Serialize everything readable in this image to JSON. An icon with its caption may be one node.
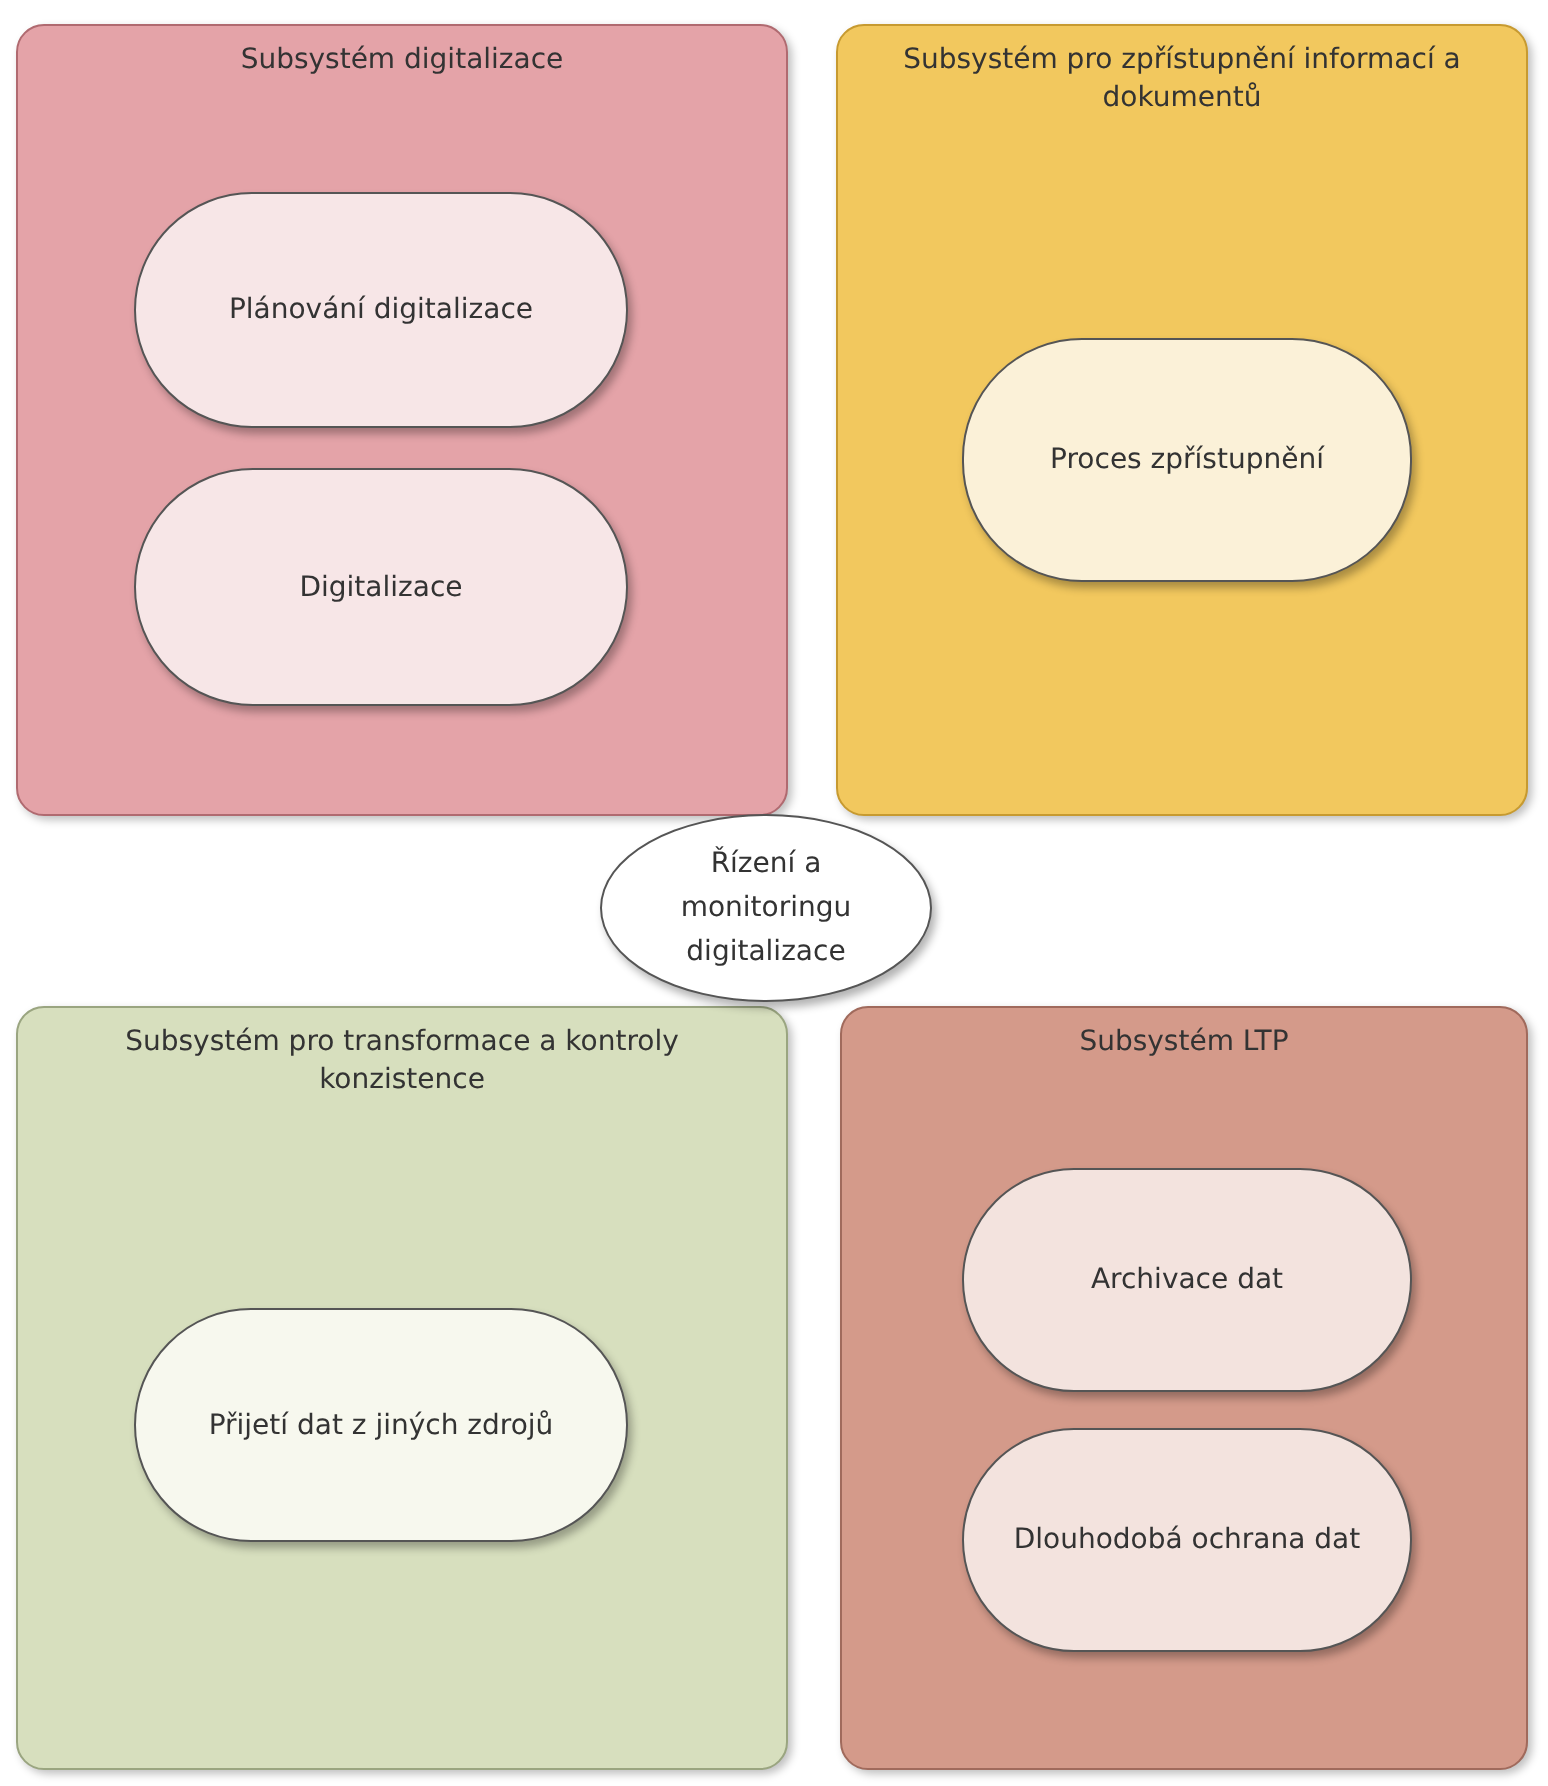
{
  "diagram": {
    "nodes": [
      {
        "text": [
          "Subsystém digitalizace"
        ]
      },
      {
        "text": [
          "Plánování digitalizace"
        ],
        "in": 0
      },
      {
        "text": [
          "Digitalizace"
        ],
        "in": 0
      },
      {
        "text": [
          "Subsystém pro zpřístupnění informací a dokumentů"
        ]
      },
      {
        "text": [
          "Proces zpřístupnění"
        ],
        "in": 3
      },
      {
        "text": [
          "Řízení a monitoringu digitalizace"
        ]
      },
      {
        "text": [
          "Subsystém pro transformace a kontroly konzistence"
        ]
      },
      {
        "text": [
          "Přijetí dat z jiných zdrojů"
        ],
        "in": 6
      },
      {
        "text": [
          "Subsystém LTP"
        ]
      },
      {
        "text": [
          "Archivace dat"
        ],
        "in": 8
      },
      {
        "text": [
          "Dlouhodobá ochrana dat"
        ],
        "in": 8
      }
    ]
  }
}
